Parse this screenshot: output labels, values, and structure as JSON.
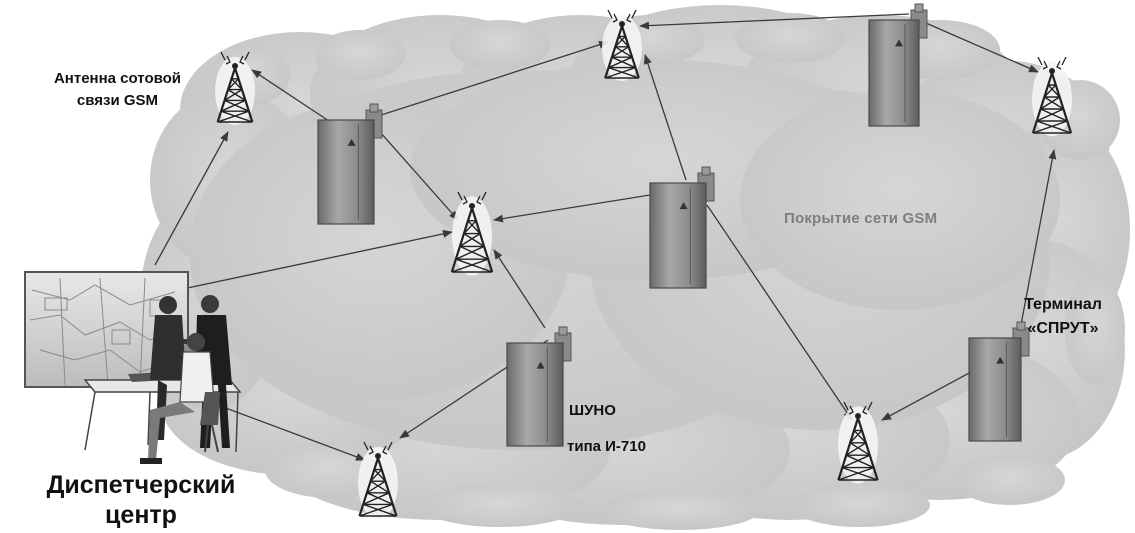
{
  "labels": {
    "antenna_line1": "Антенна сотовой",
    "antenna_line2": "связи GSM",
    "coverage": "Покрытие сети GSM",
    "terminal_line1": "Терминал",
    "terminal_line2": "«СПРУТ»",
    "shuno_line1": "ШУНО",
    "shuno_line2": "типа И-710",
    "dispatch_line1": "Диспетчерский",
    "dispatch_line2": "центр"
  },
  "colors": {
    "cloud": "#cfcfcf",
    "cloud_edge": "#bdbdbd",
    "cabinet": "#9a9a9a",
    "cabinet_dark": "#6e6e6e",
    "arrow": "#3a3a3a",
    "tower": "#222222"
  },
  "icons": [
    "cabinet-icon",
    "antenna-tower-icon",
    "dispatcher-workstation-icon"
  ]
}
